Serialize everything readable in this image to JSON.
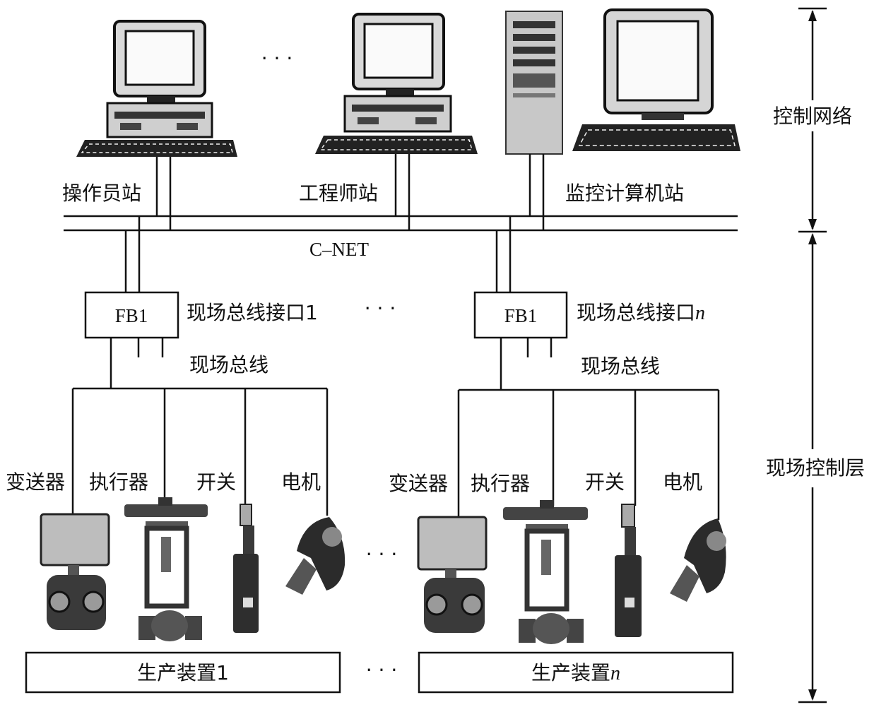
{
  "stations": {
    "operator": "操作员站",
    "engineer": "工程师站",
    "monitor": "监控计算机站"
  },
  "network": {
    "name": "C–NET",
    "ellipsis_top": "· · ·"
  },
  "interfaces": {
    "left_box": "FB1",
    "left_caption": "现场总线接口1",
    "right_box": "FB1",
    "right_caption_prefix": "现场总线接口",
    "right_caption_suffix": "n",
    "ellipsis": "· · ·"
  },
  "fieldbus": {
    "left": "现场总线",
    "right": "现场总线"
  },
  "devices": {
    "left": [
      "变送器",
      "执行器",
      "开关",
      "电机"
    ],
    "right": [
      "变送器",
      "执行器",
      "开关",
      "电机"
    ],
    "ellipsis": "· · ·"
  },
  "production": {
    "left": "生产装置1",
    "right_prefix": "生产装置",
    "right_suffix": "n",
    "ellipsis": "· · ·"
  },
  "layers": {
    "top": "控制网络",
    "bottom": "现场控制层"
  },
  "icons": [
    "desktop-computer-icon",
    "server-tower-icon",
    "monitor-icon",
    "transmitter-icon",
    "control-valve-icon",
    "switch-icon",
    "motor-icon"
  ]
}
